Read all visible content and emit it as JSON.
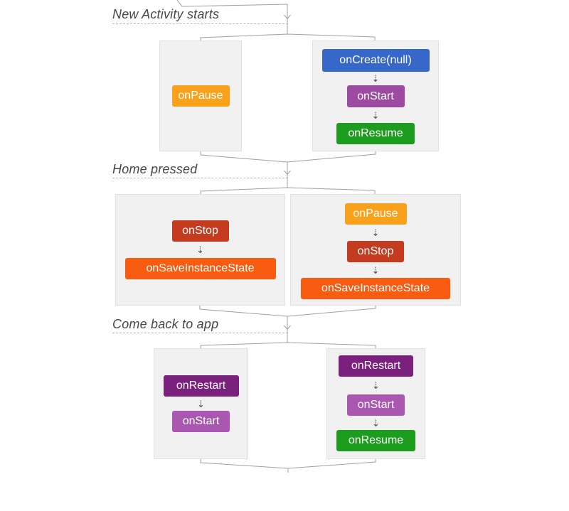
{
  "icons": {
    "step_arrow": "⇣"
  },
  "colors": {
    "onPause": "#f9a11b",
    "onCreate_null": "#3667c9",
    "onStart_initial": "#9d4ba1",
    "onStart_return": "#aa57b2",
    "onResume": "#1d9d1d",
    "onStop": "#c43b20",
    "onSaveInstanceState": "#f85c10",
    "onRestart": "#7a217e",
    "panel_background": "#f1f1f1",
    "panel_border": "#e1e1e1",
    "connector_line": "#a0a0a0",
    "divider_dash": "#b8b8b8",
    "label_text": "#474747"
  },
  "sections": [
    {
      "label": "New Activity starts",
      "panels": [
        {
          "steps": [
            {
              "text": "onPause"
            }
          ]
        },
        {
          "steps": [
            {
              "text": "onCreate(null)"
            },
            {
              "text": "onStart"
            },
            {
              "text": "onResume"
            }
          ]
        }
      ]
    },
    {
      "label": "Home pressed",
      "panels": [
        {
          "steps": [
            {
              "text": "onStop"
            },
            {
              "text": "onSaveInstanceState"
            }
          ]
        },
        {
          "steps": [
            {
              "text": "onPause"
            },
            {
              "text": "onStop"
            },
            {
              "text": "onSaveInstanceState"
            }
          ]
        }
      ]
    },
    {
      "label": "Come back to app",
      "panels": [
        {
          "steps": [
            {
              "text": "onRestart"
            },
            {
              "text": "onStart"
            }
          ]
        },
        {
          "steps": [
            {
              "text": "onRestart"
            },
            {
              "text": "onStart"
            },
            {
              "text": "onResume"
            }
          ]
        }
      ]
    }
  ]
}
